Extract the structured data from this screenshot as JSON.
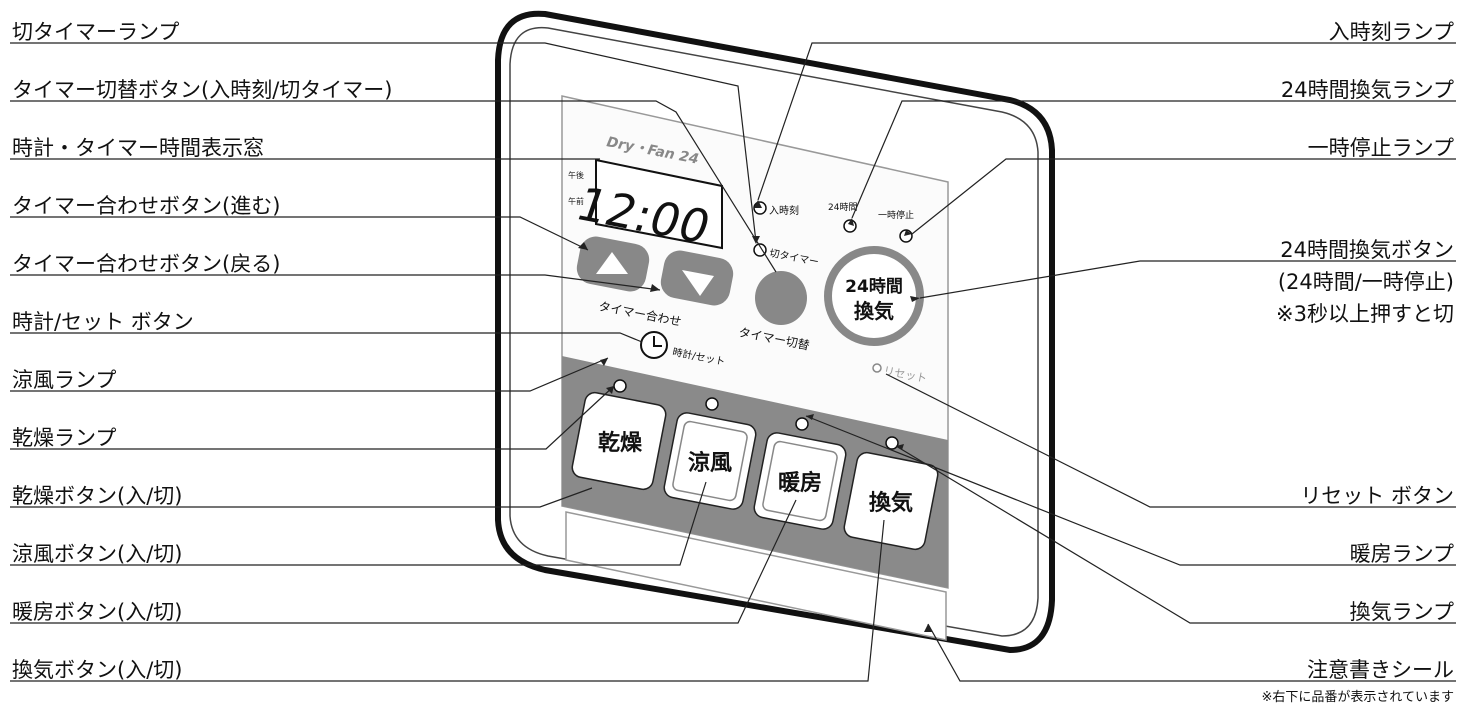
{
  "left_labels": [
    "切タイマーランプ",
    "タイマー切替ボタン(入時刻/切タイマー)",
    "時計・タイマー時間表示窓",
    "タイマー合わせボタン(進む)",
    "タイマー合わせボタン(戻る)",
    "時計/セット ボタン",
    "涼風ランプ",
    "乾燥ランプ",
    "乾燥ボタン(入/切)",
    "涼風ボタン(入/切)",
    "暖房ボタン(入/切)",
    "換気ボタン(入/切)"
  ],
  "right_labels": [
    "入時刻ランプ",
    "24時間換気ランプ",
    "一時停止ランプ",
    "24時間換気ボタン",
    "(24時間/一時停止)",
    "※3秒以上押すと切",
    "リセット ボタン",
    "暖房ランプ",
    "換気ランプ",
    "注意書きシール"
  ],
  "note": "※右下に品番が表示されています",
  "device": {
    "brand": "Dry・Fan 24",
    "am_label": "午前",
    "pm_label": "午後",
    "clock": "12:00",
    "timer_adjust_label": "タイマー合わせ",
    "timer_switch_label": "タイマー切替",
    "clock_set_label": "時計/セット",
    "on_time_lamp_label": "入時刻",
    "off_timer_lamp_label": "切タイマー",
    "lamp_24h_label": "24時間",
    "pause_lamp_label": "一時停止",
    "btn_24h_line1": "24時間",
    "btn_24h_line2": "換気",
    "reset_label": "リセット",
    "btn_dry": "乾燥",
    "btn_cool": "涼風",
    "btn_heat": "暖房",
    "btn_vent": "換気"
  }
}
